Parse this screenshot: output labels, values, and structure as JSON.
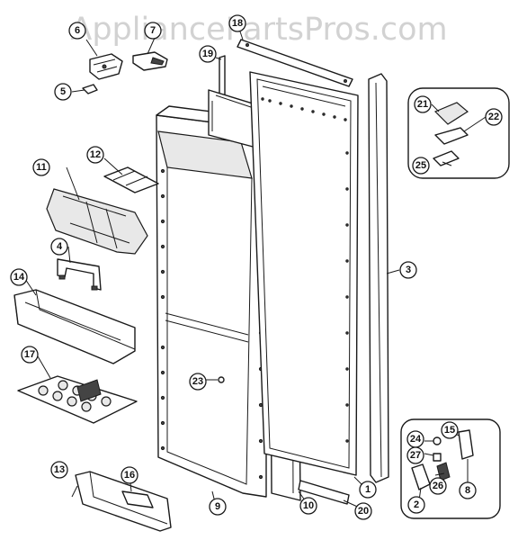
{
  "watermark": "AppliancePartsPros.com",
  "callouts": [
    "6",
    "7",
    "18",
    "19",
    "5",
    "21",
    "22",
    "25",
    "12",
    "11",
    "4",
    "14",
    "3",
    "17",
    "23",
    "24",
    "27",
    "15",
    "26",
    "2",
    "8",
    "13",
    "16",
    "9",
    "10",
    "1",
    "20"
  ]
}
